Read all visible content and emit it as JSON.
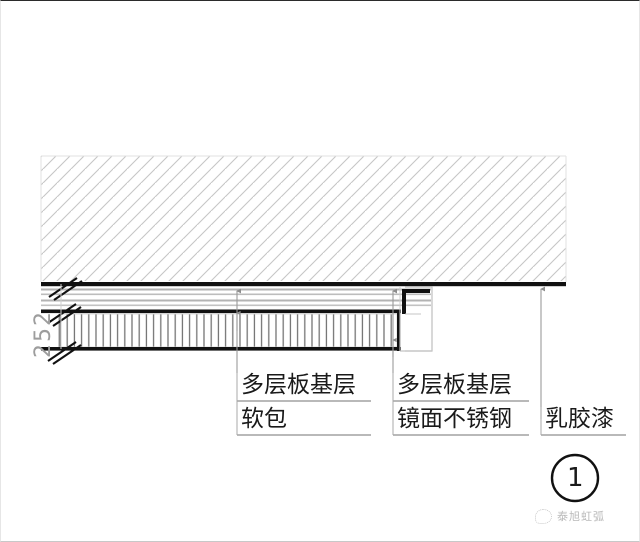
{
  "drawing": {
    "title_hidden": "",
    "dimension_label": "252",
    "detail_callout": "1",
    "annotations": [
      {
        "id": "ann-1",
        "line1": "多层板基层",
        "line2": "软包"
      },
      {
        "id": "ann-2",
        "line1": "多层板基层",
        "line2": "镜面不锈钢"
      },
      {
        "id": "ann-3",
        "line1": "",
        "line2": "乳胶漆"
      }
    ],
    "watermark": {
      "text": "泰旭虹弧",
      "logo_name": "wechat-logo-icon"
    },
    "colors": {
      "line_heavy": "#111111",
      "line_light": "#a8a8a8",
      "hatch": "#bfbfbf",
      "dimension_gray": "#9d9d9d",
      "watermark_gray": "#b9b9b9",
      "background": "#ffffff"
    },
    "layers": [
      {
        "name": "wall-hatch-region",
        "label": ""
      },
      {
        "name": "multilayer-board-substrate-upper",
        "label": ""
      },
      {
        "name": "soft-pack-layer",
        "label": ""
      },
      {
        "name": "mirror-stainless-steel-layer",
        "label": ""
      },
      {
        "name": "latex-paint-ceiling",
        "label": ""
      }
    ]
  }
}
